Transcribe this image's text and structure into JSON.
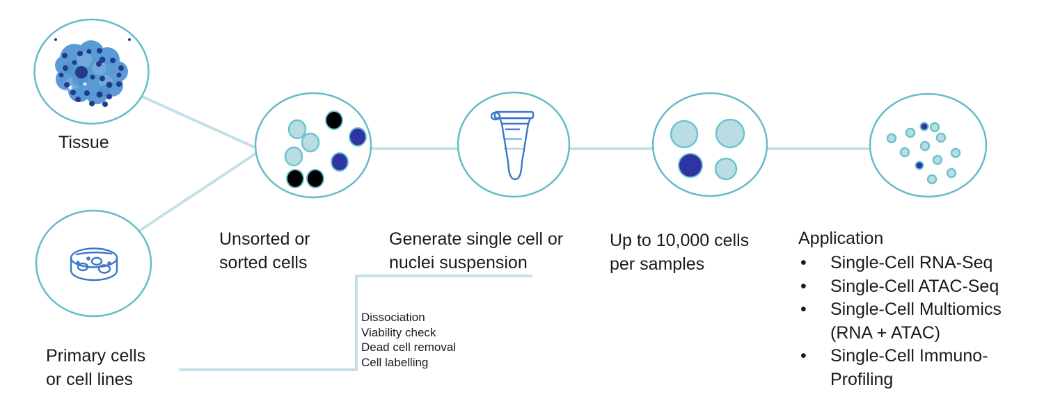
{
  "colors": {
    "outline": "#62bcc8",
    "connector": "#c3e1e6",
    "cell_light_fill": "#b9dde3",
    "cell_light_stroke": "#6cc4cf",
    "cell_dark": "#2e35a3",
    "icon_blue": "#3a76c9",
    "tissue_blue": "#5b9bd5",
    "tissue_dot": "#243a8c",
    "text": "#1a1a1a"
  },
  "nodes": {
    "tissue": {
      "label": "Tissue",
      "icon": "tissue-blob-icon"
    },
    "primary": {
      "label": "Primary cells\nor cell lines",
      "icon": "petri-dish-icon"
    },
    "unsorted": {
      "label": "Unsorted or\nsorted cells",
      "icon": "mixed-cells-icon"
    },
    "generate": {
      "label": "Generate single cell or\nnuclei suspension",
      "icon": "microcentrifuge-tube-icon"
    },
    "capacity": {
      "label": "Up to 10,000 cells\nper samples",
      "icon": "four-cells-icon"
    },
    "application_node": {
      "icon": "suspension-cells-icon"
    }
  },
  "process_steps": [
    "Dissociation",
    "Viability check",
    "Dead cell removal",
    "Cell labelling"
  ],
  "application": {
    "heading": "Application",
    "items": [
      "Single-Cell RNA-Seq",
      "Single-Cell ATAC-Seq",
      "Single-Cell Multiomics\n(RNA + ATAC)",
      "Single-Cell Immuno-\nProfiling"
    ]
  }
}
